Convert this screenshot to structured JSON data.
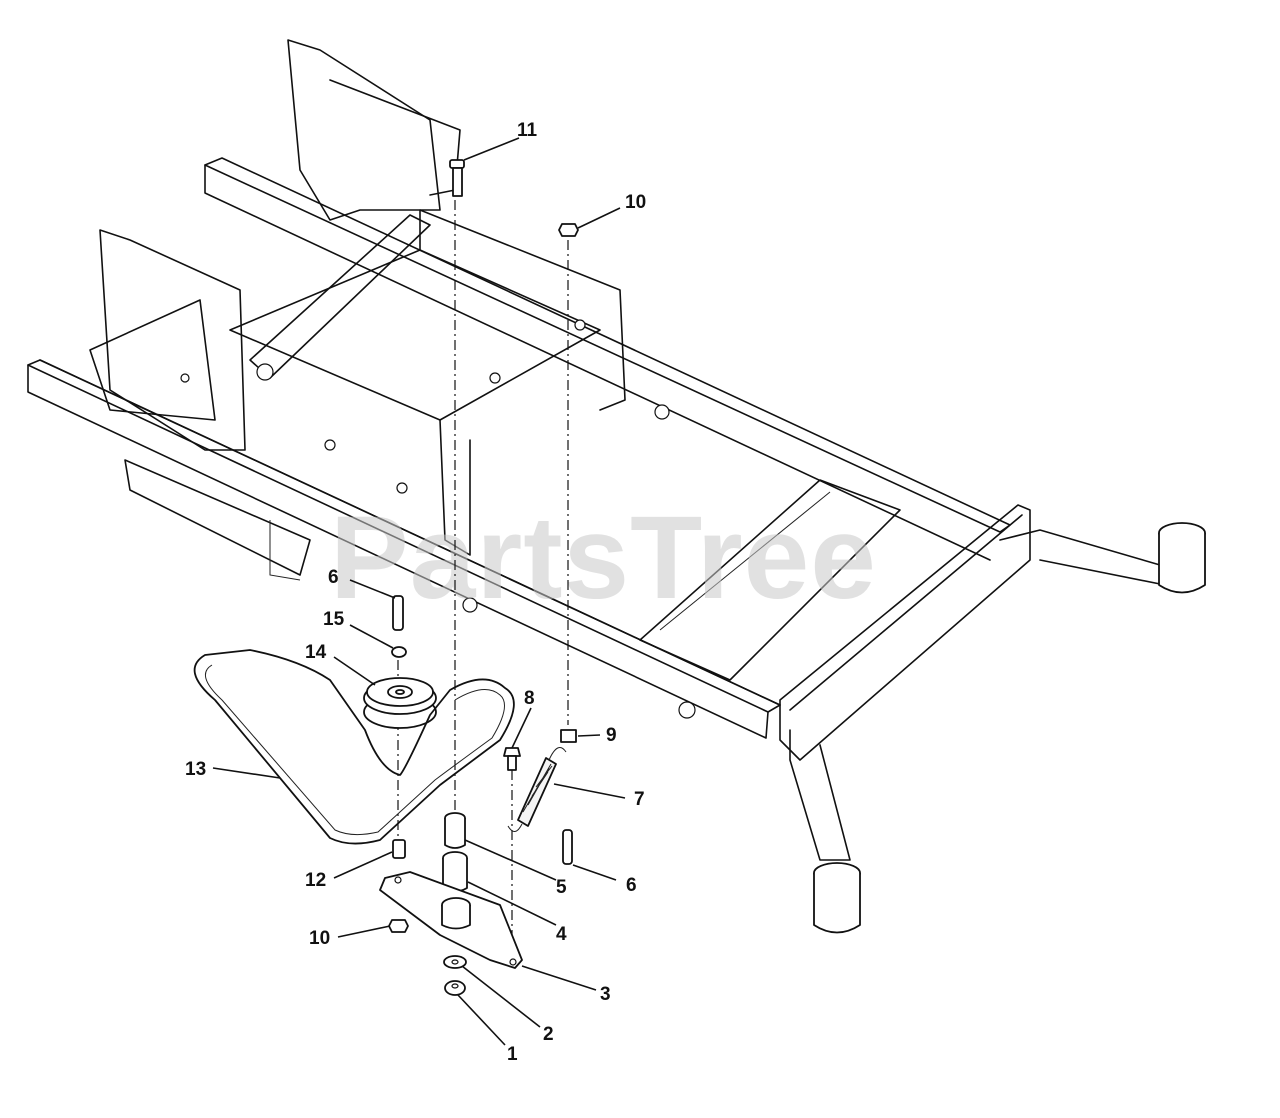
{
  "watermark": "PartsTree",
  "callouts": {
    "c1": "1",
    "c2": "2",
    "c3": "3",
    "c4": "4",
    "c5": "5",
    "c6a": "6",
    "c6b": "6",
    "c7": "7",
    "c8": "8",
    "c9": "9",
    "c10a": "10",
    "c10b": "10",
    "c11": "11",
    "c12": "12",
    "c13": "13",
    "c14": "14",
    "c15": "15"
  }
}
